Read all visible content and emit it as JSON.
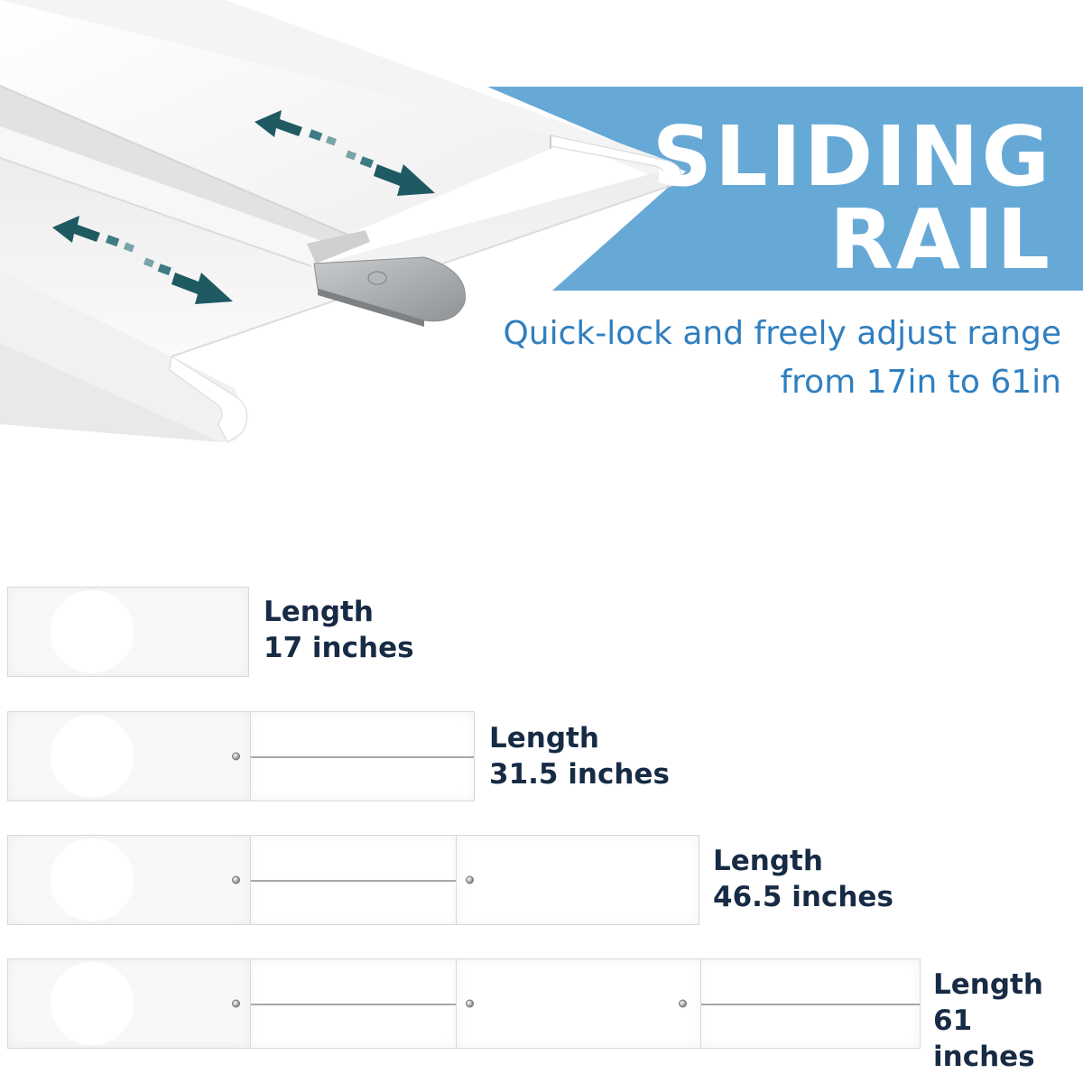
{
  "headline": {
    "line1": "SLIDING",
    "line2": "RAIL"
  },
  "subheadline": {
    "line1": "Quick-lock and freely adjust range",
    "line2": "from 17in to 61in"
  },
  "configurations": [
    {
      "label_line1": "Length",
      "label_line2": "17 inches",
      "panels": 1
    },
    {
      "label_line1": "Length",
      "label_line2": "31.5 inches",
      "panels": 2
    },
    {
      "label_line1": "Length",
      "label_line2": "46.5 inches",
      "panels": 3
    },
    {
      "label_line1": "Length",
      "label_line2": "61 inches",
      "panels": 4
    }
  ],
  "colors": {
    "banner": "#67a9d6",
    "subheadline_text": "#2f7fc0",
    "label_text": "#172b45",
    "arrow": "#1f5a63",
    "rail": "#ffffff",
    "latch": "#a9acaf"
  },
  "icons": [
    "double-arrow-icon",
    "latch-plate-icon"
  ]
}
